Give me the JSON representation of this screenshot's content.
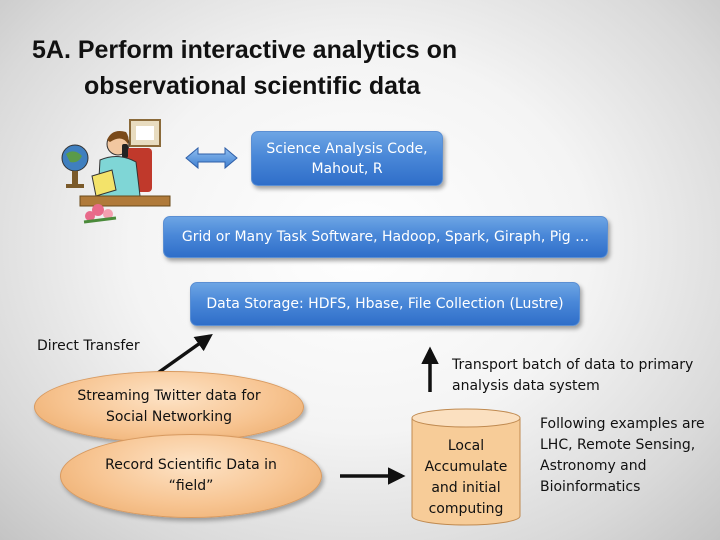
{
  "title": {
    "line1": "5A. Perform interactive analytics on",
    "line2": "observational scientific data"
  },
  "boxes": {
    "science": "Science Analysis Code, Mahout, R",
    "grid": "Grid or Many Task Software, Hadoop, Spark, Giraph, Pig …",
    "storage": "Data Storage: HDFS, Hbase, File Collection (Lustre)"
  },
  "labels": {
    "direct_transfer": "Direct Transfer",
    "transport": "Transport batch of data to primary analysis data system",
    "examples": "Following examples are LHC, Remote Sensing, Astronomy and Bioinformatics"
  },
  "ellipses": {
    "twitter": "Streaming Twitter data for Social Networking",
    "field": "Record Scientific Data in “field”"
  },
  "cylinder": {
    "text": "Local Accumulate and initial computing"
  },
  "colors": {
    "box_blue": "#4a88d8",
    "ellipse_orange": "#f7c491",
    "cylinder_fill": "#f9d6a8"
  },
  "icons": {
    "clipart": "scientist-at-desk-icon",
    "double_arrow": "double-arrow-icon"
  }
}
